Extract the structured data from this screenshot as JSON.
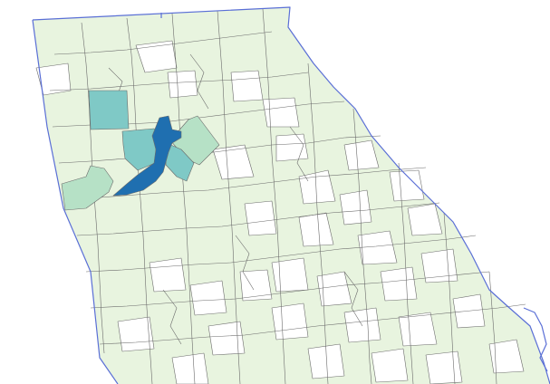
{
  "map": {
    "region": "Georgia",
    "palette": {
      "no_data": "#ffffff",
      "level_1": "#e8f4df",
      "level_2": "#b6e1c6",
      "level_3": "#7fc9c6",
      "level_4": "#1f6fb0",
      "state_outline": "#5a6fd6",
      "county_border": "#6b6b6b"
    },
    "highlighted_counties": [
      {
        "id": "bartow",
        "level": "level_3"
      },
      {
        "id": "cobb",
        "level": "level_3"
      },
      {
        "id": "gwinnett",
        "level": "level_2"
      },
      {
        "id": "dekalb",
        "level": "level_3"
      },
      {
        "id": "fulton",
        "level": "level_4"
      },
      {
        "id": "carroll",
        "level": "level_2"
      }
    ]
  }
}
